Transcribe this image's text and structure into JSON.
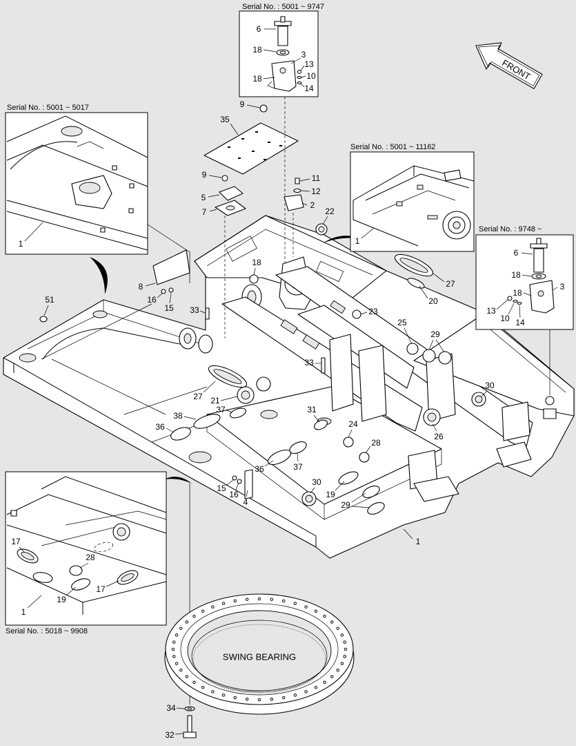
{
  "insets": {
    "top_center": {
      "serial": "Serial No. : 5001 ~ 9747",
      "callouts": [
        "6",
        "18",
        "3",
        "13",
        "10",
        "18",
        "14"
      ]
    },
    "top_left": {
      "serial": "Serial No. : 5001 ~ 5017",
      "callouts": [
        "1"
      ]
    },
    "right_upper": {
      "serial": "Serial No. : 5001 ~ 11162",
      "callouts": [
        "1"
      ]
    },
    "right_lower": {
      "serial": "Serial No. : 9748 ~",
      "callouts": [
        "6",
        "18",
        "3",
        "13",
        "18",
        "10",
        "14"
      ]
    },
    "bottom_left": {
      "serial": "Serial No. : 5018 ~ 9908",
      "callouts": [
        "17",
        "28",
        "17",
        "19",
        "1"
      ]
    }
  },
  "direction_label": "FRONT",
  "swing_bearing_label": "SWING BEARING",
  "main_callouts": [
    "9",
    "35",
    "9",
    "11",
    "12",
    "5",
    "2",
    "7",
    "22",
    "18",
    "27",
    "8",
    "20",
    "16",
    "51",
    "15",
    "33",
    "23",
    "25",
    "29",
    "33",
    "30",
    "27",
    "21",
    "37",
    "31",
    "38",
    "24",
    "36",
    "26",
    "28",
    "37",
    "36",
    "30",
    "15",
    "16",
    "19",
    "4",
    "29",
    "1",
    "34",
    "32"
  ]
}
